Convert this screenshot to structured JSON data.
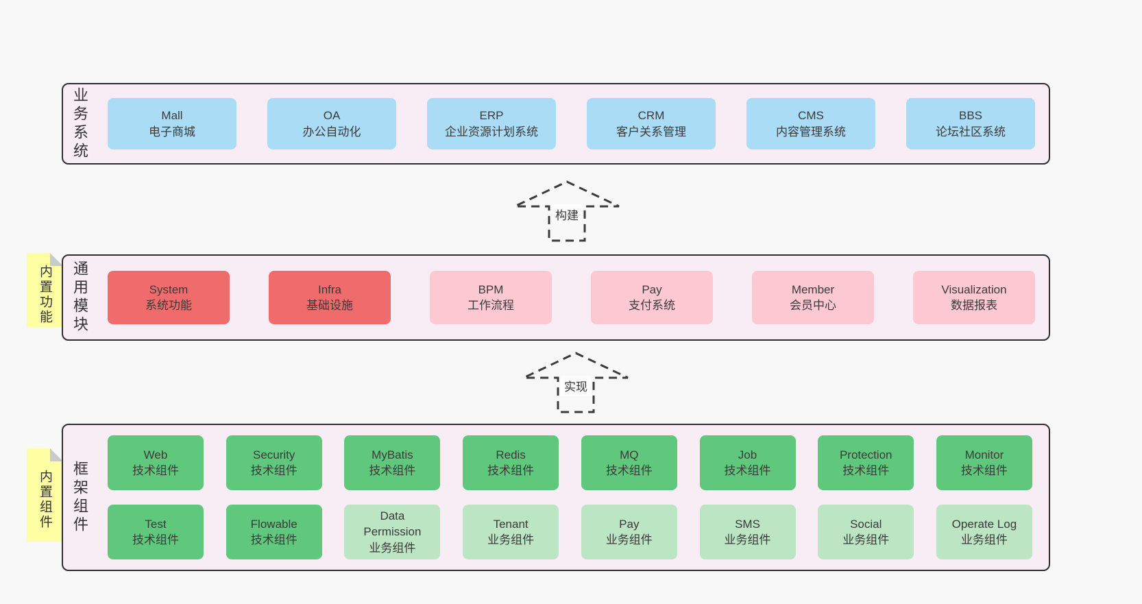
{
  "colors": {
    "page_bg": "#f8f8f8",
    "layer_bg": "#f8ecf5",
    "layer_border": "#2e2e2e",
    "blue_box": "#abdcf6",
    "red_box": "#f06c6c",
    "pink_box": "#fcc8d2",
    "green_box": "#5fc87d",
    "light_green_box": "#bce5c3",
    "sticky_note": "#fdffa2",
    "text": "#3a3a3a"
  },
  "layers": [
    {
      "label": "业务系统",
      "boxes": [
        {
          "name": "Mall",
          "desc": "电子商城"
        },
        {
          "name": "OA",
          "desc": "办公自动化"
        },
        {
          "name": "ERP",
          "desc": "企业资源计划系统"
        },
        {
          "name": "CRM",
          "desc": "客户关系管理"
        },
        {
          "name": "CMS",
          "desc": "内容管理系统"
        },
        {
          "name": "BBS",
          "desc": "论坛社区系统"
        }
      ]
    },
    {
      "label": "通用模块",
      "note": "内置功能",
      "boxes": [
        {
          "name": "System",
          "desc": "系统功能"
        },
        {
          "name": "Infra",
          "desc": "基础设施"
        },
        {
          "name": "BPM",
          "desc": "工作流程"
        },
        {
          "name": "Pay",
          "desc": "支付系统"
        },
        {
          "name": "Member",
          "desc": "会员中心"
        },
        {
          "name": "Visualization",
          "desc": "数据报表"
        }
      ]
    },
    {
      "label": "框架组件",
      "note": "内置组件",
      "rows": [
        [
          {
            "name": "Web",
            "desc": "技术组件"
          },
          {
            "name": "Security",
            "desc": "技术组件"
          },
          {
            "name": "MyBatis",
            "desc": "技术组件"
          },
          {
            "name": "Redis",
            "desc": "技术组件"
          },
          {
            "name": "MQ",
            "desc": "技术组件"
          },
          {
            "name": "Job",
            "desc": "技术组件"
          },
          {
            "name": "Protection",
            "desc": "技术组件"
          },
          {
            "name": "Monitor",
            "desc": "技术组件"
          }
        ],
        [
          {
            "name": "Test",
            "desc": "技术组件"
          },
          {
            "name": "Flowable",
            "desc": "技术组件"
          },
          {
            "name": "Data Permission",
            "desc": "业务组件"
          },
          {
            "name": "Tenant",
            "desc": "业务组件"
          },
          {
            "name": "Pay",
            "desc": "业务组件"
          },
          {
            "name": "SMS",
            "desc": "业务组件"
          },
          {
            "name": "Social",
            "desc": "业务组件"
          },
          {
            "name": "Operate Log",
            "desc": "业务组件"
          }
        ]
      ]
    }
  ],
  "arrows": [
    {
      "label": "构建"
    },
    {
      "label": "实现"
    }
  ]
}
